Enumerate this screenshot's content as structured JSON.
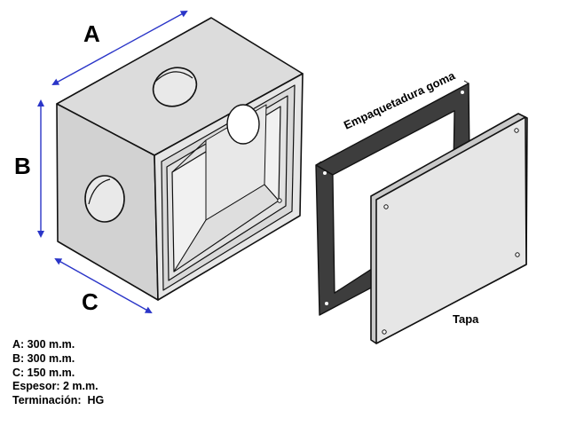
{
  "dimensions": {
    "a_letter": "A",
    "b_letter": "B",
    "c_letter": "C"
  },
  "labels": {
    "gasket": "Empaquetadura goma",
    "lid": "Tapa"
  },
  "specs": [
    "A: 300 m.m.",
    "B: 300 m.m.",
    "C: 150 m.m.",
    "Espesor: 2 m.m.",
    "Terminación:  HG"
  ],
  "colors": {
    "arrow": "#2a35c8",
    "box_front": "#e3e3e3",
    "box_top": "#dadada",
    "box_side": "#cfcfcf",
    "gasket": "#3d3d3d",
    "lid": "#e6e6e6",
    "outline": "#111111"
  }
}
